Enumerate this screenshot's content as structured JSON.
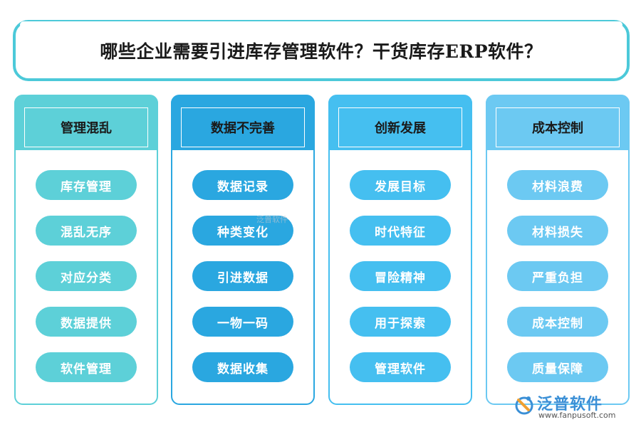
{
  "title": "哪些企业需要引进库存管理软件？干货库存ERP软件？",
  "columns": [
    {
      "header": "管理混乱",
      "color": "#5dd0d8",
      "items": [
        "库存管理",
        "混乱无序",
        "对应分类",
        "数据提供",
        "软件管理"
      ]
    },
    {
      "header": "数据不完善",
      "color": "#2aa7e0",
      "items": [
        "数据记录",
        "种类变化",
        "引进数据",
        "一物一码",
        "数据收集"
      ]
    },
    {
      "header": "创新发展",
      "color": "#45bff0",
      "items": [
        "发展目标",
        "时代特征",
        "冒险精神",
        "用于探索",
        "管理软件"
      ]
    },
    {
      "header": "成本控制",
      "color": "#6cc9f2",
      "items": [
        "材料浪费",
        "材料损失",
        "严重负担",
        "成本控制",
        "质量保障"
      ]
    }
  ],
  "watermark": "泛普软件",
  "logo": {
    "name": "泛普软件",
    "url": "www.fanpusoft.com",
    "icon": "fanpu-logo-icon"
  }
}
